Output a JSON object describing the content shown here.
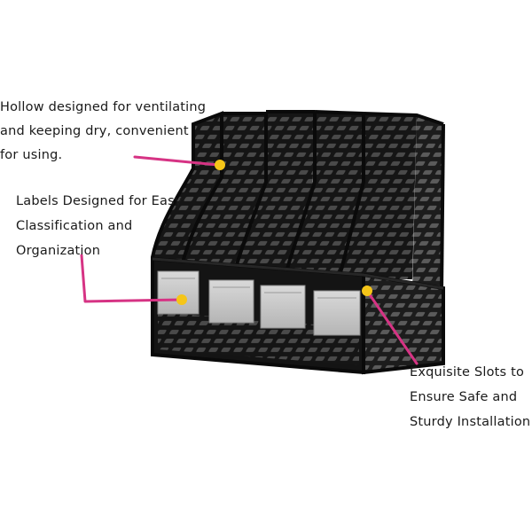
{
  "callouts": {
    "ventilation": {
      "lines": [
        "Hollow designed for ventilating",
        " and keeping dry, convenient",
        " for using."
      ]
    },
    "labels": {
      "lines": [
        "Labels Designed for Easy",
        "Classification and",
        "Organization"
      ]
    },
    "slots": {
      "lines": [
        "Exquisite Slots to",
        "Ensure Safe and",
        "Sturdy Installation"
      ]
    }
  },
  "colors": {
    "leader_line": "#d63384",
    "marker_dot": "#f5c518",
    "organizer_body": "#141414",
    "label_card": "#cfcfcf"
  },
  "icons": {
    "marker": "yellow-dot-icon"
  }
}
